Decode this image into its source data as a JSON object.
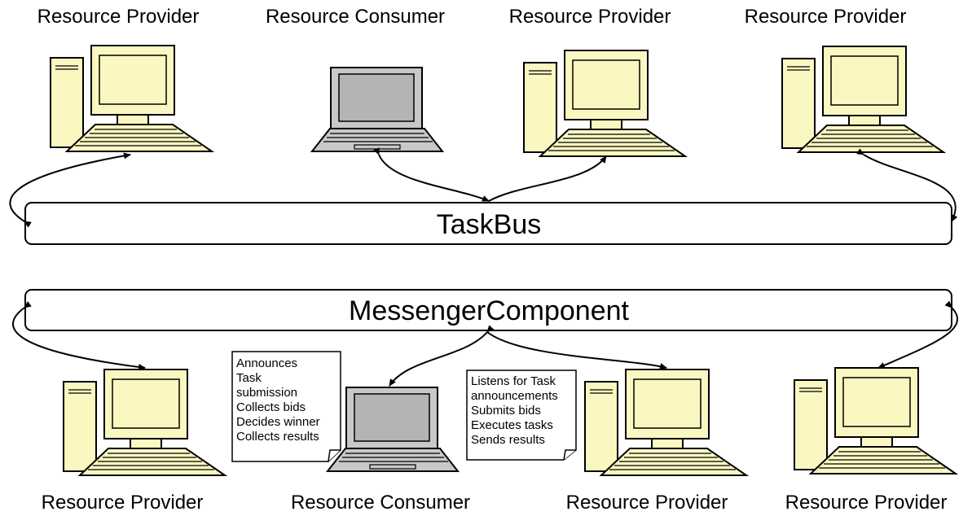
{
  "top_row": {
    "labels": [
      "Resource Provider",
      "Resource Consumer",
      "Resource Provider",
      "Resource Provider"
    ],
    "devices": [
      "desktop-computer-icon",
      "laptop-computer-icon",
      "desktop-computer-icon",
      "desktop-computer-icon"
    ]
  },
  "bottom_row": {
    "labels": [
      "Resource Provider",
      "Resource Consumer",
      "Resource Provider",
      "Resource Provider"
    ],
    "devices": [
      "desktop-computer-icon",
      "laptop-computer-icon",
      "desktop-computer-icon",
      "desktop-computer-icon"
    ]
  },
  "buses": {
    "taskbus": "TaskBus",
    "messenger": "MessengerComponent"
  },
  "notes": {
    "consumer_lines": [
      "Announces",
      "Task",
      "submission",
      "Collects bids",
      "Decides winner",
      "Collects results"
    ],
    "provider_lines": [
      "Listens for Task",
      "announcements",
      "Submits bids",
      "Executes tasks",
      "Sends results"
    ]
  },
  "colors": {
    "desktop_fill": "#fbf7c1",
    "laptop_fill": "#c8c8c8",
    "outline": "#000000"
  }
}
